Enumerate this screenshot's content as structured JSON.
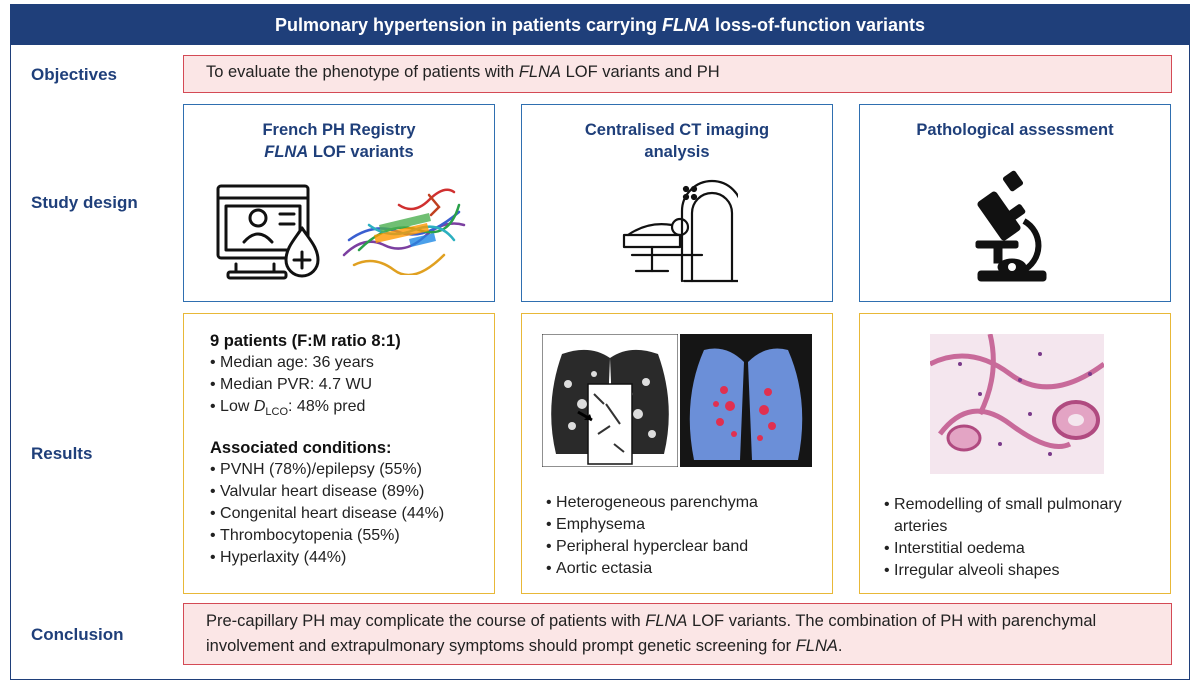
{
  "title": {
    "prefix": "Pulmonary hypertension in patients carrying ",
    "gene": "FLNA",
    "suffix": " loss-of-function variants"
  },
  "labels": {
    "objectives": "Objectives",
    "study_design": "Study design",
    "results": "Results",
    "conclusion": "Conclusion"
  },
  "objective": {
    "prefix": "To evaluate the phenotype of patients with ",
    "gene": "FLNA",
    "suffix": " LOF variants and PH"
  },
  "design": {
    "registry": {
      "line1": "French PH Registry",
      "gene": "FLNA",
      "line2_suffix": " LOF variants"
    },
    "ct": {
      "line1": "Centralised CT imaging",
      "line2": "analysis"
    },
    "pathology": {
      "title": "Pathological assessment"
    }
  },
  "results": {
    "patients": {
      "heading": "9 patients (F:M ratio 8:1)",
      "median_age": "Median age: 36 years",
      "median_pvr": "Median PVR: 4.7 WU",
      "dlco": {
        "prefix": "Low ",
        "symbol": "D",
        "subscript": "LCO",
        "suffix": ": 48% pred"
      },
      "conditions_heading": "Associated conditions:",
      "conditions": [
        "PVNH (78%)/epilepsy (55%)",
        "Valvular heart disease (89%)",
        "Congenital heart disease (44%)",
        "Thrombocytopenia (55%)",
        "Hyperlaxity (44%)"
      ]
    },
    "ct": [
      "Heterogeneous parenchyma",
      "Emphysema",
      "Peripheral hyperclear band",
      "Aortic ectasia"
    ],
    "pathology": [
      "Remodelling of small pulmonary arteries",
      "Interstitial oedema",
      "Irregular alveoli shapes"
    ]
  },
  "conclusion": {
    "part1": "Pre-capillary PH may complicate the course of patients with ",
    "gene1": "FLNA",
    "part2": " LOF variants. The combination of PH with parenchymal involvement and extrapulmonary symptoms should prompt genetic screening for ",
    "gene2": "FLNA",
    "part3": "."
  }
}
